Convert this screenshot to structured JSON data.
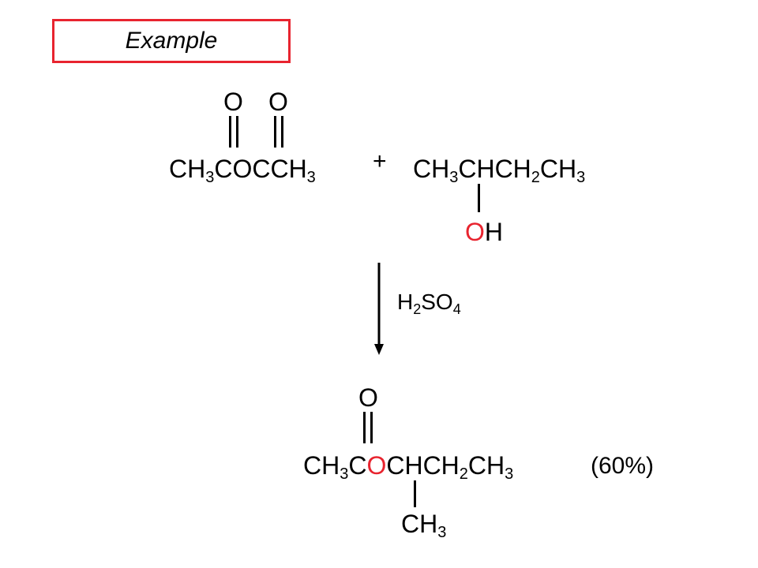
{
  "title": "Example",
  "reactant1": {
    "o_left": "O",
    "o_right": "O",
    "p1": "CH",
    "s1": "3",
    "p2": "COCCH",
    "s2": "3"
  },
  "plus": "+",
  "reactant2": {
    "p1": "CH",
    "s1": "3",
    "p2": "CHCH",
    "s2": "2",
    "p3": "CH",
    "s3": "3",
    "oh_o": "O",
    "oh_h": "H"
  },
  "reagent": {
    "p1": "H",
    "s1": "2",
    "p2": "SO",
    "s2": "4"
  },
  "product": {
    "o_top": "O",
    "p1": "CH",
    "s1": "3",
    "p2": "C",
    "p3": "O",
    "p4": "CHCH",
    "s4": "2",
    "p5": "CH",
    "s5": "3",
    "methyl_p": "CH",
    "methyl_s": "3"
  },
  "yield": "(60%)",
  "colors": {
    "accent_red": "#e8242f",
    "text": "#000000"
  }
}
